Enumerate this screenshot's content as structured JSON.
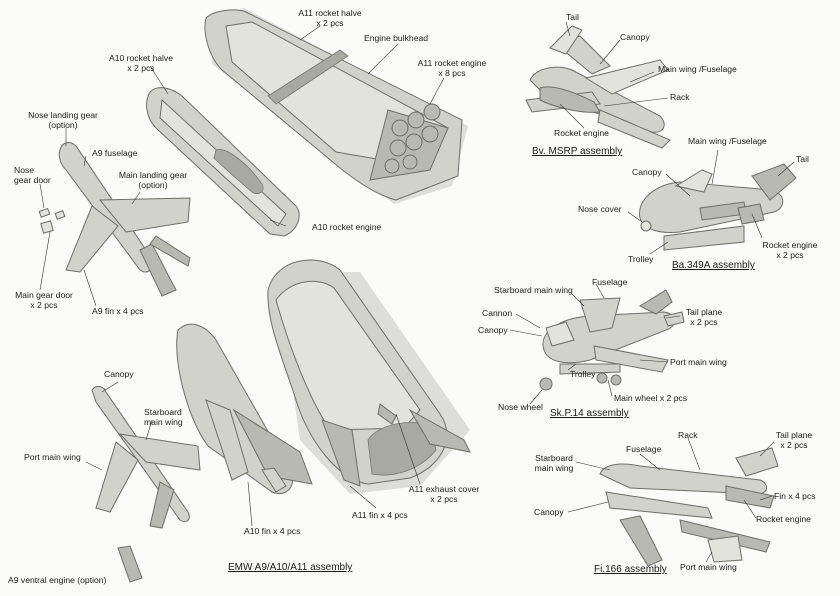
{
  "colors": {
    "background": "#fbfbfa",
    "part_fill": "#d2d2cd",
    "part_stroke": "#6e6e6a",
    "text": "#1c1c1c"
  },
  "emw": {
    "caption": "EMW A9/A10/A11 assembly",
    "labels": {
      "a11_rocket_halve": "A11 rocket halve",
      "a11_rocket_halve_qty": "x 2 pcs",
      "engine_bulkhead": "Engine bulkhead",
      "a11_rocket_engine": "A11 rocket engine",
      "a11_rocket_engine_qty": "x 8 pcs",
      "a10_rocket_halve": "A10 rocket halve",
      "a10_rocket_halve_qty": "x 2 pcs",
      "nose_landing_gear": "Nose landing gear",
      "nose_landing_gear_option": "(option)",
      "a9_fuselage": "A9 fuselage",
      "nose_gear_door_1": "Nose",
      "nose_gear_door_2": "gear door",
      "main_landing_gear": "Main landing gear",
      "main_landing_gear_option": "(option)",
      "a10_rocket_engine": "A10 rocket engine",
      "main_gear_door": "Main gear door",
      "main_gear_door_qty": "x 2 pcs",
      "a9_fin": "A9 fin x 4 pcs",
      "canopy": "Canopy",
      "starboard_main_wing_1": "Starboard",
      "starboard_main_wing_2": "main wing",
      "port_main_wing": "Port main wing",
      "a10_fin": "A10 fin x 4 pcs",
      "a11_fin": "A11 fin x 4 pcs",
      "a11_exhaust_cover": "A11 exhaust cover",
      "a11_exhaust_cover_qty": "x 2 pcs",
      "a9_ventral_engine": "A9 ventral engine (option)"
    }
  },
  "msrp": {
    "caption": "Bv. MSRP assembly",
    "labels": {
      "tail": "Tail",
      "canopy": "Canopy",
      "main_wing_fuselage": "Main wing /Fuselage",
      "rack": "Rack",
      "rocket_engine": "Rocket engine"
    }
  },
  "ba349": {
    "caption": "Ba.349A assembly",
    "labels": {
      "main_wing_fuselage": "Main wing /Fuselage",
      "tail": "Tail",
      "canopy": "Canopy",
      "nose_cover": "Nose cover",
      "rocket_engine": "Rocket engine",
      "rocket_engine_qty": "x 2 pcs",
      "trolley": "Trolley"
    }
  },
  "skp14": {
    "caption": "Sk.P.14 assembly",
    "labels": {
      "fuselage": "Fuselage",
      "starboard_main_wing": "Starboard main wing",
      "cannon": "Cannon",
      "tail_plane": "Tail plane",
      "tail_plane_qty": "x 2 pcs",
      "canopy": "Canopy",
      "port_main_wing": "Port main wing",
      "trolley": "Trolley",
      "main_wheel": "Main wheel x 2 pcs",
      "nose_wheel": "Nose wheel"
    }
  },
  "fi166": {
    "caption": "Fi.166 assembly",
    "labels": {
      "rack": "Rack",
      "tail_plane": "Tail plane",
      "tail_plane_qty": "x 2 pcs",
      "starboard_main_wing_1": "Starboard",
      "starboard_main_wing_2": "main wing",
      "fuselage": "Fuselage",
      "fin": "Fin x 4 pcs",
      "canopy": "Canopy",
      "rocket_engine": "Rocket engine",
      "port_main_wing": "Port main wing"
    }
  }
}
